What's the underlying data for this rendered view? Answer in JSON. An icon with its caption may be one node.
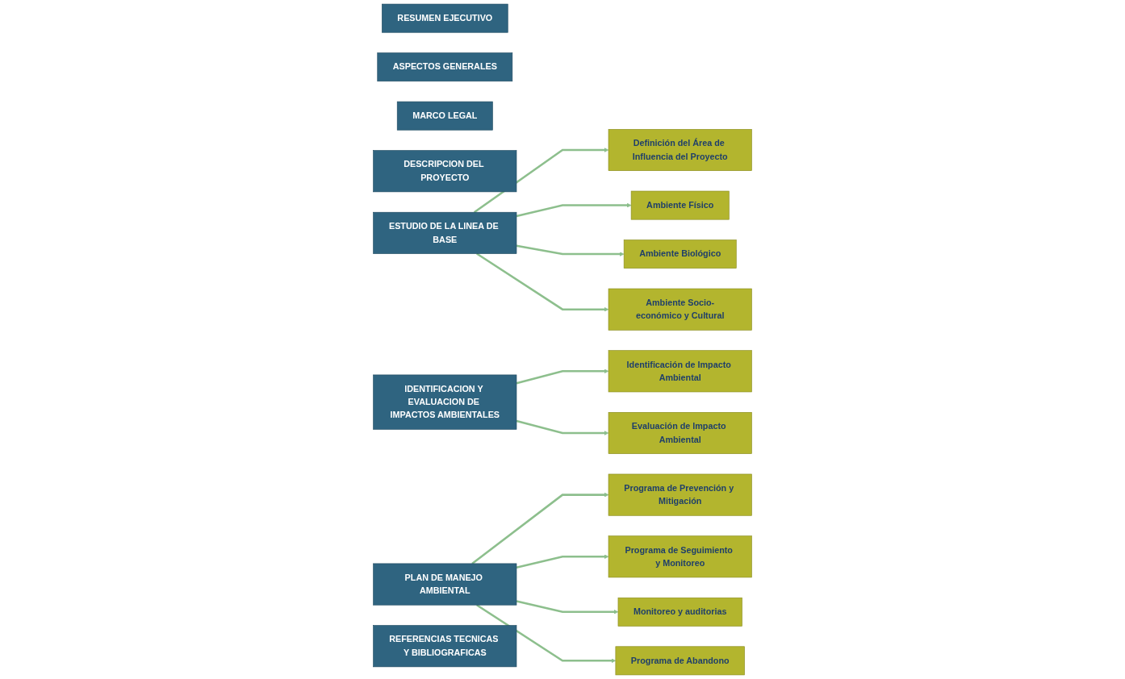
{
  "diagram": {
    "nodes": [
      {
        "text": [
          "RESUMEN EJECUTIVO"
        ]
      },
      {
        "text": [
          "ASPECTOS GENERALES"
        ]
      },
      {
        "text": [
          "MARCO LEGAL"
        ]
      },
      {
        "text": [
          "DESCRIPCION DEL PROYECTO"
        ]
      },
      {
        "text": [
          "ESTUDIO DE LA LINEA DE BASE"
        ]
      },
      {
        "text": [
          "Definición del Área de Influencia del Proyecto"
        ]
      },
      {
        "text": [
          "Ambiente Físico"
        ]
      },
      {
        "text": [
          "Ambiente Biológico"
        ]
      },
      {
        "text": [
          "Ambiente Socio-económico y Cultural"
        ]
      },
      {
        "text": [
          "IDENTIFICACION Y EVALUACION DE IMPACTOS AMBIENTALES"
        ]
      },
      {
        "text": [
          "Identificación de Impacto Ambiental"
        ]
      },
      {
        "text": [
          "Evaluación de Impacto Ambiental"
        ]
      },
      {
        "text": [
          "PLAN DE MANEJO AMBIENTAL"
        ]
      },
      {
        "text": [
          "Programa de Prevención y Mitigación"
        ]
      },
      {
        "text": [
          "Programa de Seguimiento y Monitoreo"
        ]
      },
      {
        "text": [
          "Monitoreo y auditorias"
        ]
      },
      {
        "text": [
          "Programa de Abandono"
        ]
      },
      {
        "text": [
          "REFERENCIAS TECNICAS Y BIBLIOGRAFICAS"
        ]
      }
    ],
    "edges": [
      {
        "from": 4,
        "to": 5,
        "arrow": "to"
      },
      {
        "from": 4,
        "to": 6,
        "arrow": "to"
      },
      {
        "from": 4,
        "to": 7,
        "arrow": "to"
      },
      {
        "from": 4,
        "to": 8,
        "arrow": "to"
      },
      {
        "from": 9,
        "to": 10,
        "arrow": "to"
      },
      {
        "from": 9,
        "to": 11,
        "arrow": "to"
      },
      {
        "from": 12,
        "to": 13,
        "arrow": "to"
      },
      {
        "from": 12,
        "to": 14,
        "arrow": "to"
      },
      {
        "from": 12,
        "to": 15,
        "arrow": "to"
      },
      {
        "from": 12,
        "to": 16,
        "arrow": "to"
      }
    ]
  }
}
